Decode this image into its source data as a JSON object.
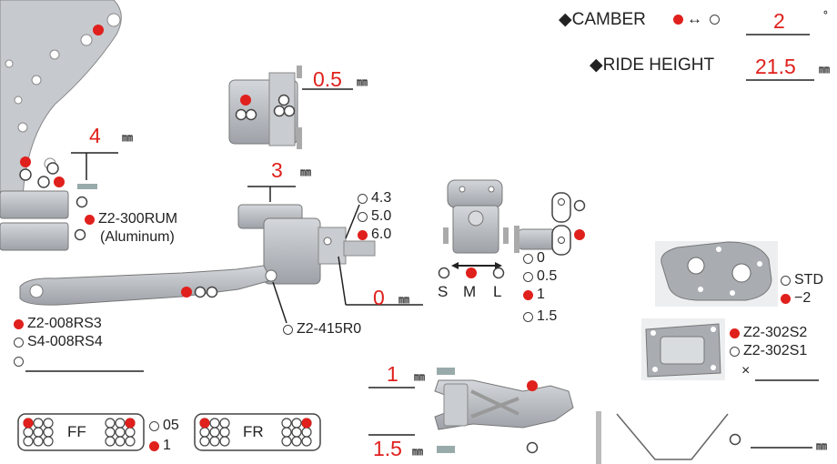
{
  "camber": {
    "label": "◆CAMBER",
    "value": "2",
    "unit": "°"
  },
  "ride_height": {
    "label": "◆RIDE HEIGHT",
    "value": "21.5",
    "unit": "㎜"
  },
  "spacer_top": {
    "value": "0.5",
    "unit": "㎜"
  },
  "left_spacer": {
    "value": "4",
    "unit": "㎜"
  },
  "hub_spacer": {
    "value": "3",
    "unit": "㎜"
  },
  "arm_part": {
    "options": [
      {
        "label": "Z2-300RUM",
        "selected": true
      }
    ],
    "note": "(Aluminum)"
  },
  "axle_height": {
    "options": [
      {
        "label": "4.3",
        "selected": false
      },
      {
        "label": "5.0",
        "selected": false
      },
      {
        "label": "6.0",
        "selected": true
      }
    ]
  },
  "knuckle_spacer": {
    "value": "0",
    "unit": "㎜"
  },
  "steering_part": {
    "label": "Z2-415R0"
  },
  "tierod_part": {
    "options": [
      {
        "label": "Z2-008RS3",
        "selected": true
      },
      {
        "label": "S4-008RS4",
        "selected": false
      }
    ]
  },
  "shock_position": {
    "options": [
      {
        "label": "S",
        "selected": false
      },
      {
        "label": "M",
        "selected": true
      },
      {
        "label": "L",
        "selected": false
      }
    ]
  },
  "shock_spacer": {
    "options": [
      {
        "label": "0",
        "selected": false
      },
      {
        "label": "0.5",
        "selected": false
      },
      {
        "label": "1",
        "selected": true
      },
      {
        "label": "1.5",
        "selected": false
      }
    ]
  },
  "motor_plate": {
    "options": [
      {
        "label": "STD",
        "selected": false
      },
      {
        "label": "−2",
        "selected": true
      }
    ]
  },
  "chassis_plate": {
    "options": [
      {
        "label": "Z2-302S2",
        "selected": true
      },
      {
        "label": "Z2-302S1",
        "selected": false
      }
    ],
    "x_mark": "×"
  },
  "lower_arm": {
    "top_value": "1",
    "bottom_value": "1.5",
    "unit": "㎜"
  },
  "toe_block": {
    "ff_label": "FF",
    "fr_label": "FR",
    "options": [
      {
        "label": "05",
        "selected": false
      },
      {
        "label": "1",
        "selected": true
      }
    ]
  },
  "bottom_right_unit": "㎜",
  "colors": {
    "accent": "#e0201c",
    "part_gray": "#b4b8bd",
    "ink": "#222222"
  }
}
